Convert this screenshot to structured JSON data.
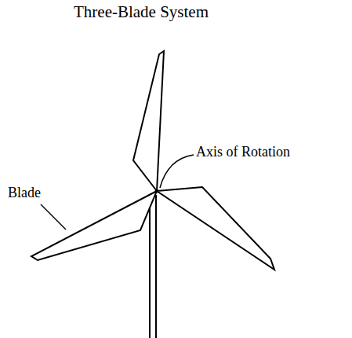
{
  "diagram": {
    "title": "Three-Blade System",
    "labels": [
      "Axis of Rotation",
      "Blade"
    ]
  }
}
